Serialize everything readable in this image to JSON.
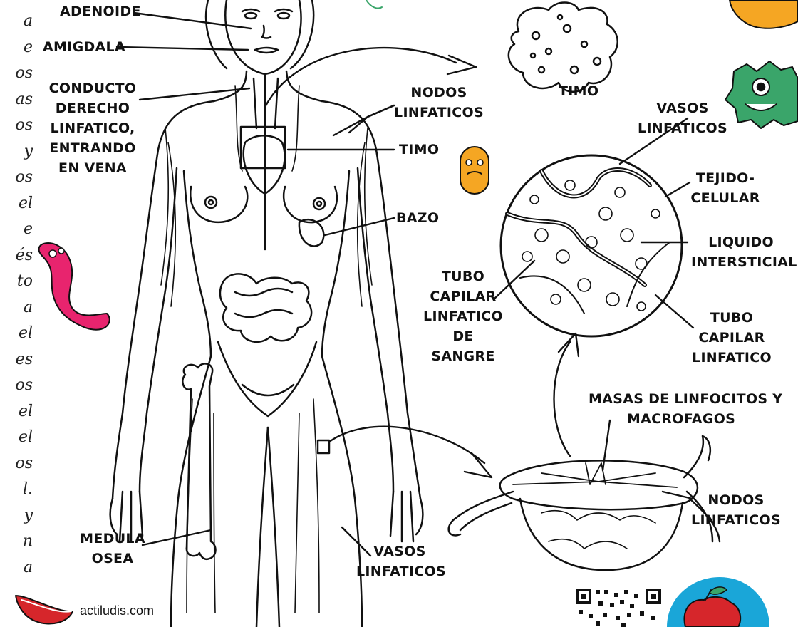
{
  "side_text_fragments": [
    "a",
    "e",
    "os",
    "as",
    "os",
    "y",
    "os",
    "el",
    "e",
    "és",
    "to",
    "a",
    "el",
    "es",
    "os",
    "el",
    "el",
    "os",
    "l.",
    "y",
    "n",
    "a"
  ],
  "labels": {
    "adenoide": [
      "ADENOIDE"
    ],
    "amigdala": [
      "AMIGDALA"
    ],
    "conducto": [
      "CONDUCTO",
      "DERECHO",
      "LINFATICO,",
      "ENTRANDO",
      "EN VENA"
    ],
    "medula": [
      "MEDULA",
      "OSEA"
    ],
    "vasos_bottom": [
      "VASOS",
      "LINFATICOS"
    ],
    "nodos_top": [
      "NODOS",
      "LINFATICOS"
    ],
    "timo_center": [
      "TIMO"
    ],
    "bazo": [
      "BAZO"
    ],
    "timo_top": [
      "TIMO"
    ],
    "vasos_right": [
      "VASOS",
      "LINFATICOS"
    ],
    "tejido": [
      "TEJIDO-",
      "CELULAR"
    ],
    "liquido": [
      "LIQUIDO",
      "INTERSTICIAL"
    ],
    "tubo_sangre": [
      "TUBO",
      "CAPILAR",
      "LINFATICO",
      "DE",
      "SANGRE"
    ],
    "tubo_linf": [
      "TUBO",
      "CAPILAR",
      "LINFATICO"
    ],
    "masas": [
      "MASAS DE LINFOCITOS Y",
      "MACROFAGOS"
    ],
    "nodos_bottom": [
      "NODOS",
      "LINFATICOS"
    ]
  },
  "footer": {
    "site": "actiludis.com"
  },
  "colors": {
    "line": "#111111",
    "pink_germ": "#e8246e",
    "green_germ": "#3aa56a",
    "orange_germ": "#f5a623",
    "brand_red": "#d6262b",
    "brand_blue": "#1aa6d8"
  }
}
